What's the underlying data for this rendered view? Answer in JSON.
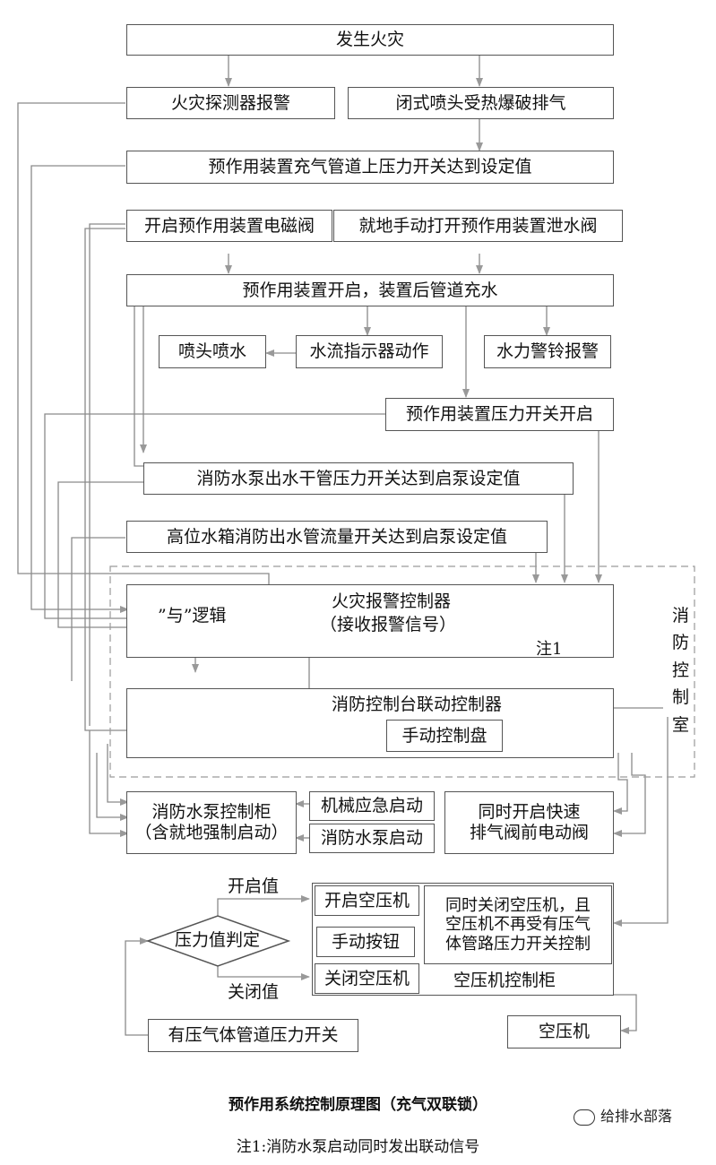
{
  "boxes": {
    "fire": "发生火灾",
    "detector": "火灾探测器报警",
    "sprinkler_burst": "闭式喷头受热爆破排气",
    "pressure_reach": "预作用装置充气管道上压力开关达到设定值",
    "open_solenoid": "开启预作用装置电磁阀",
    "manual_drain": "就地手动打开预作用装置泄水阀",
    "device_open": "预作用装置开启，装置后管道充水",
    "head_spray": "喷头喷水",
    "flow_indicator": "水流指示器动作",
    "water_bell": "水力警铃报警",
    "device_pswitch": "预作用装置压力开关开启",
    "pump_main_pswitch": "消防水泵出水干管压力开关达到启泵设定值",
    "tank_flow_switch": "高位水箱消防出水管流量开关达到启泵设定值",
    "fire_alarm_ctrl_l1": "火灾报警控制器",
    "fire_alarm_ctrl_l2": "（接收报警信号）",
    "and_logic": "”与”逻辑",
    "note1_label": "注1",
    "linkage_ctrl": "消防控制台联动控制器",
    "manual_panel": "手动控制盘",
    "control_room": "消防控制室",
    "pump_cabinet_l1": "消防水泵控制柜",
    "pump_cabinet_l2": "（含就地强制启动）",
    "mech_start": "机械应急启动",
    "pump_start": "消防水泵启动",
    "exhaust_valve_l1": "同时开启快速",
    "exhaust_valve_l2": "排气阀前电动阀",
    "open_value": "开启值",
    "close_value": "关闭值",
    "pressure_judge": "压力值判定",
    "start_compressor": "开启空压机",
    "manual_button": "手动按钮",
    "stop_compressor": "关闭空压机",
    "close_compressor_note_l1": "同时关闭空压机，且",
    "close_compressor_note_l2": "空压机不再受有压气",
    "close_compressor_note_l3": "体管路压力开关控制",
    "compressor_cabinet": "空压机控制柜",
    "gas_pipe_pswitch": "有压气体管道压力开关",
    "compressor": "空压机"
  },
  "caption": "预作用系统控制原理图（充气双联锁）",
  "footnote": "注1:消防水泵启动同时发出联动信号",
  "watermark": "给排水部落",
  "colors": {
    "line": "#8a8a8a",
    "box_border": "#555555",
    "dashed": "#9a9a9a"
  }
}
